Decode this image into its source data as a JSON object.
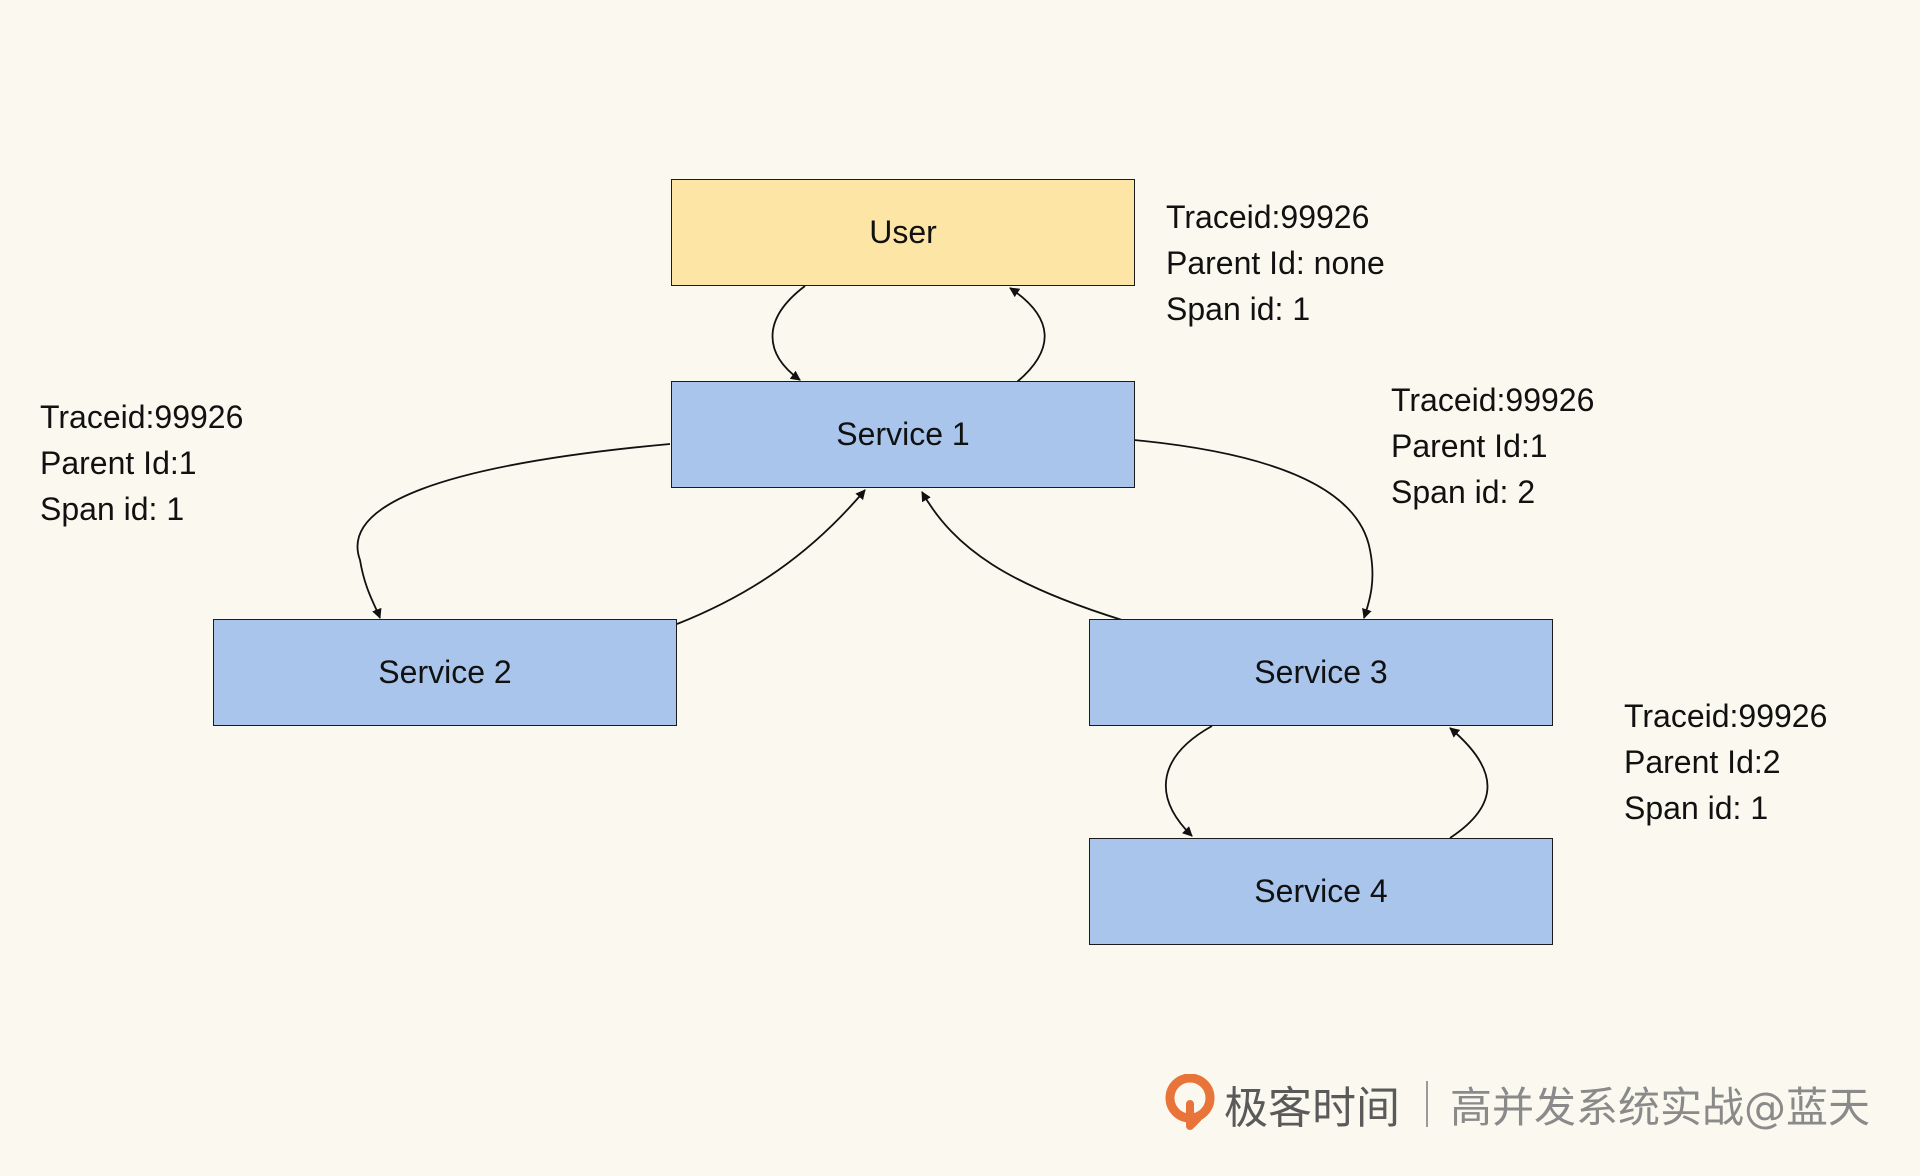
{
  "nodes": {
    "user": "User",
    "service1": "Service 1",
    "service2": "Service 2",
    "service3": "Service 3",
    "service4": "Service 4"
  },
  "annotations": {
    "user": [
      "Traceid:99926",
      "Parent Id: none",
      "Span id: 1"
    ],
    "service2": [
      "Traceid:99926",
      "Parent Id:1",
      "Span id: 1"
    ],
    "service3": [
      "Traceid:99926",
      "Parent Id:1",
      "Span id: 2"
    ],
    "service4": [
      "Traceid:99926",
      "Parent Id:2",
      "Span id: 1"
    ]
  },
  "watermark": {
    "brand": "极客时间",
    "slogan": "高并发系统实战@蓝天"
  },
  "colors": {
    "user_fill": "#fce5a5",
    "service_fill": "#a9c5eb",
    "background": "#fbf9ef",
    "logo": "#e8743a"
  },
  "icons": {
    "brand_logo": "geektime-logo-icon"
  }
}
